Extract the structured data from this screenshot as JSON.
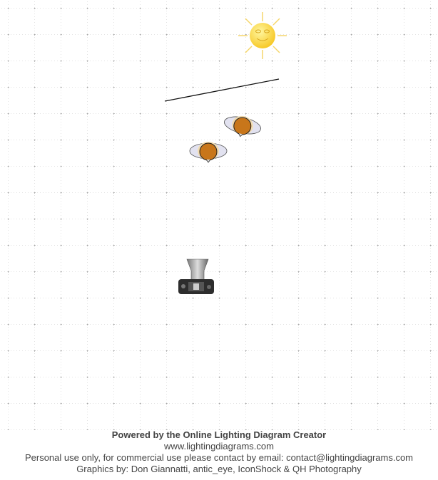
{
  "diagram": {
    "items": [
      "sun",
      "reflector-line",
      "person",
      "person",
      "camera"
    ]
  },
  "footer": {
    "powered_by": "Powered by the Online Lighting Diagram Creator",
    "website": "www.lightingdiagrams.com",
    "license": "Personal use only, for commercial use please contact by email: contact@lightingdiagrams.com",
    "credits": "Graphics by: Don Giannatti, antic_eye, IconShock & QH Photography"
  },
  "colors": {
    "person": "#c8761a",
    "sun": "#ffd83a",
    "grid": "#bbbbbb"
  }
}
